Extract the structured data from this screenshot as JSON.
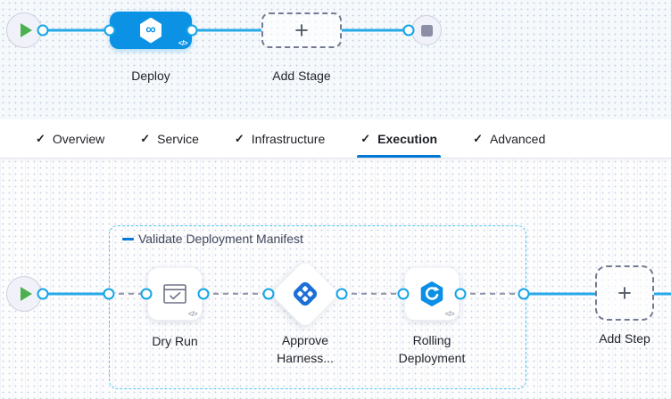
{
  "glyphs": {
    "plus": "+",
    "code": "</>",
    "check": "✓",
    "harness_logo": "∞"
  },
  "stage_pipeline": {
    "stage_label": "Deploy",
    "add_stage_label": "Add Stage"
  },
  "tabs": [
    {
      "label": "Overview",
      "checked": true,
      "active": false
    },
    {
      "label": "Service",
      "checked": true,
      "active": false
    },
    {
      "label": "Infrastructure",
      "checked": true,
      "active": false
    },
    {
      "label": "Execution",
      "checked": true,
      "active": true
    },
    {
      "label": "Advanced",
      "checked": true,
      "active": false
    }
  ],
  "execution": {
    "group_label": "Validate Deployment Manifest",
    "steps": [
      {
        "label_lines": [
          "Dry Run"
        ],
        "icon": "dry-run-window-check"
      },
      {
        "label_lines": [
          "Approve",
          "Harness..."
        ],
        "icon": "harness-approval"
      },
      {
        "label_lines": [
          "Rolling",
          "Deployment"
        ],
        "icon": "rolling-deployment"
      }
    ],
    "add_step_label": "Add Step"
  },
  "colors": {
    "accent_blue": "#0b92e4",
    "connector_blue": "#28a9e8",
    "connector_gray": "#8f93a9",
    "active_tab_underline": "#0278d5",
    "group_border_cyan": "#54c6ef",
    "play_green": "#4cb051",
    "stop_gray": "#8c8ea6"
  }
}
